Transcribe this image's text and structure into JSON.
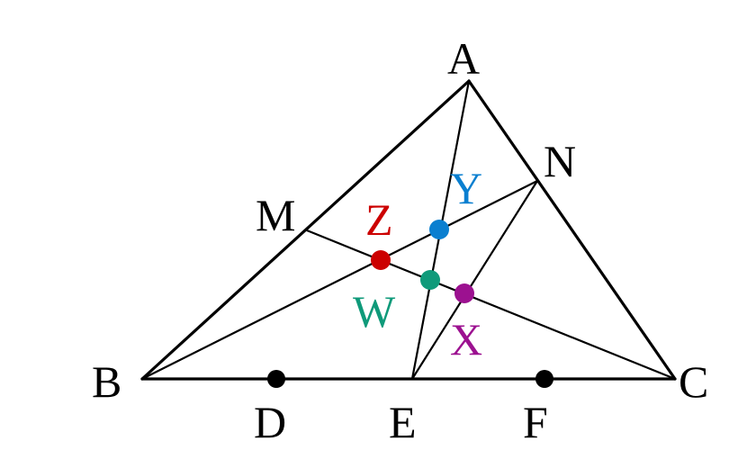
{
  "colors": {
    "line": "#000000",
    "Z": "#cc0000",
    "Y": "#0a7fd0",
    "W": "#0f9a7a",
    "X": "#9c1190",
    "dot": "#000000"
  },
  "labels": {
    "A": "A",
    "B": "B",
    "C": "C",
    "D": "D",
    "E": "E",
    "F": "F",
    "M": "M",
    "N": "N",
    "X": "X",
    "Y": "Y",
    "Z": "Z",
    "W": "W"
  }
}
